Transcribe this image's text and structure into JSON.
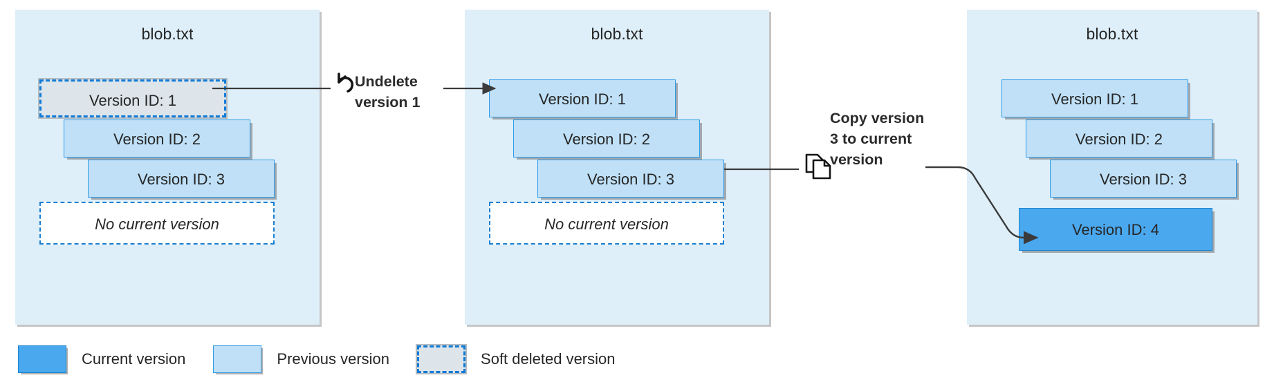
{
  "diagram": {
    "title_blob": "blob.txt",
    "colors": {
      "panel_bg": "#deeffa",
      "previous_version_fill": "#bfe0f7",
      "previous_version_border": "#2f9ae6",
      "current_version_fill": "#4aa8ef",
      "current_version_border": "#1b84d0",
      "soft_deleted_fill": "#dde5ea",
      "soft_deleted_border": "#0f7ad8",
      "connector": "#3b3b3b",
      "text": "#262626"
    },
    "panels": [
      {
        "name": "panel-1",
        "title": "blob.txt",
        "versions": [
          {
            "label": "Version ID: 1",
            "state": "soft-deleted"
          },
          {
            "label": "Version ID: 2",
            "state": "previous"
          },
          {
            "label": "Version ID: 3",
            "state": "previous"
          }
        ],
        "current_slot": {
          "label": "No current version",
          "empty": true
        }
      },
      {
        "name": "panel-2",
        "title": "blob.txt",
        "versions": [
          {
            "label": "Version ID: 1",
            "state": "previous"
          },
          {
            "label": "Version ID: 2",
            "state": "previous"
          },
          {
            "label": "Version ID: 3",
            "state": "previous"
          }
        ],
        "current_slot": {
          "label": "No current version",
          "empty": true
        }
      },
      {
        "name": "panel-3",
        "title": "blob.txt",
        "versions": [
          {
            "label": "Version ID: 1",
            "state": "previous"
          },
          {
            "label": "Version ID: 2",
            "state": "previous"
          },
          {
            "label": "Version ID: 3",
            "state": "previous"
          }
        ],
        "current_slot": {
          "label": "Version ID: 4",
          "empty": false
        }
      }
    ],
    "annotations": [
      {
        "name": "undelete-annotation",
        "icon": "undo-arrow-icon",
        "lines": [
          "Undelete",
          "version 1"
        ],
        "text": "Undelete version 1"
      },
      {
        "name": "copy-annotation",
        "icon": "copy-icon",
        "lines": [
          "Copy version",
          "3 to current",
          "version"
        ],
        "text": "Copy version 3 to current version"
      }
    ],
    "legend": {
      "items": [
        {
          "name": "legend-current-version",
          "label": "Current version",
          "swatch": "current"
        },
        {
          "name": "legend-previous-version",
          "label": "Previous version",
          "swatch": "prev"
        },
        {
          "name": "legend-soft-deleted-version",
          "label": "Soft deleted version",
          "swatch": "softdeleted"
        }
      ]
    }
  }
}
